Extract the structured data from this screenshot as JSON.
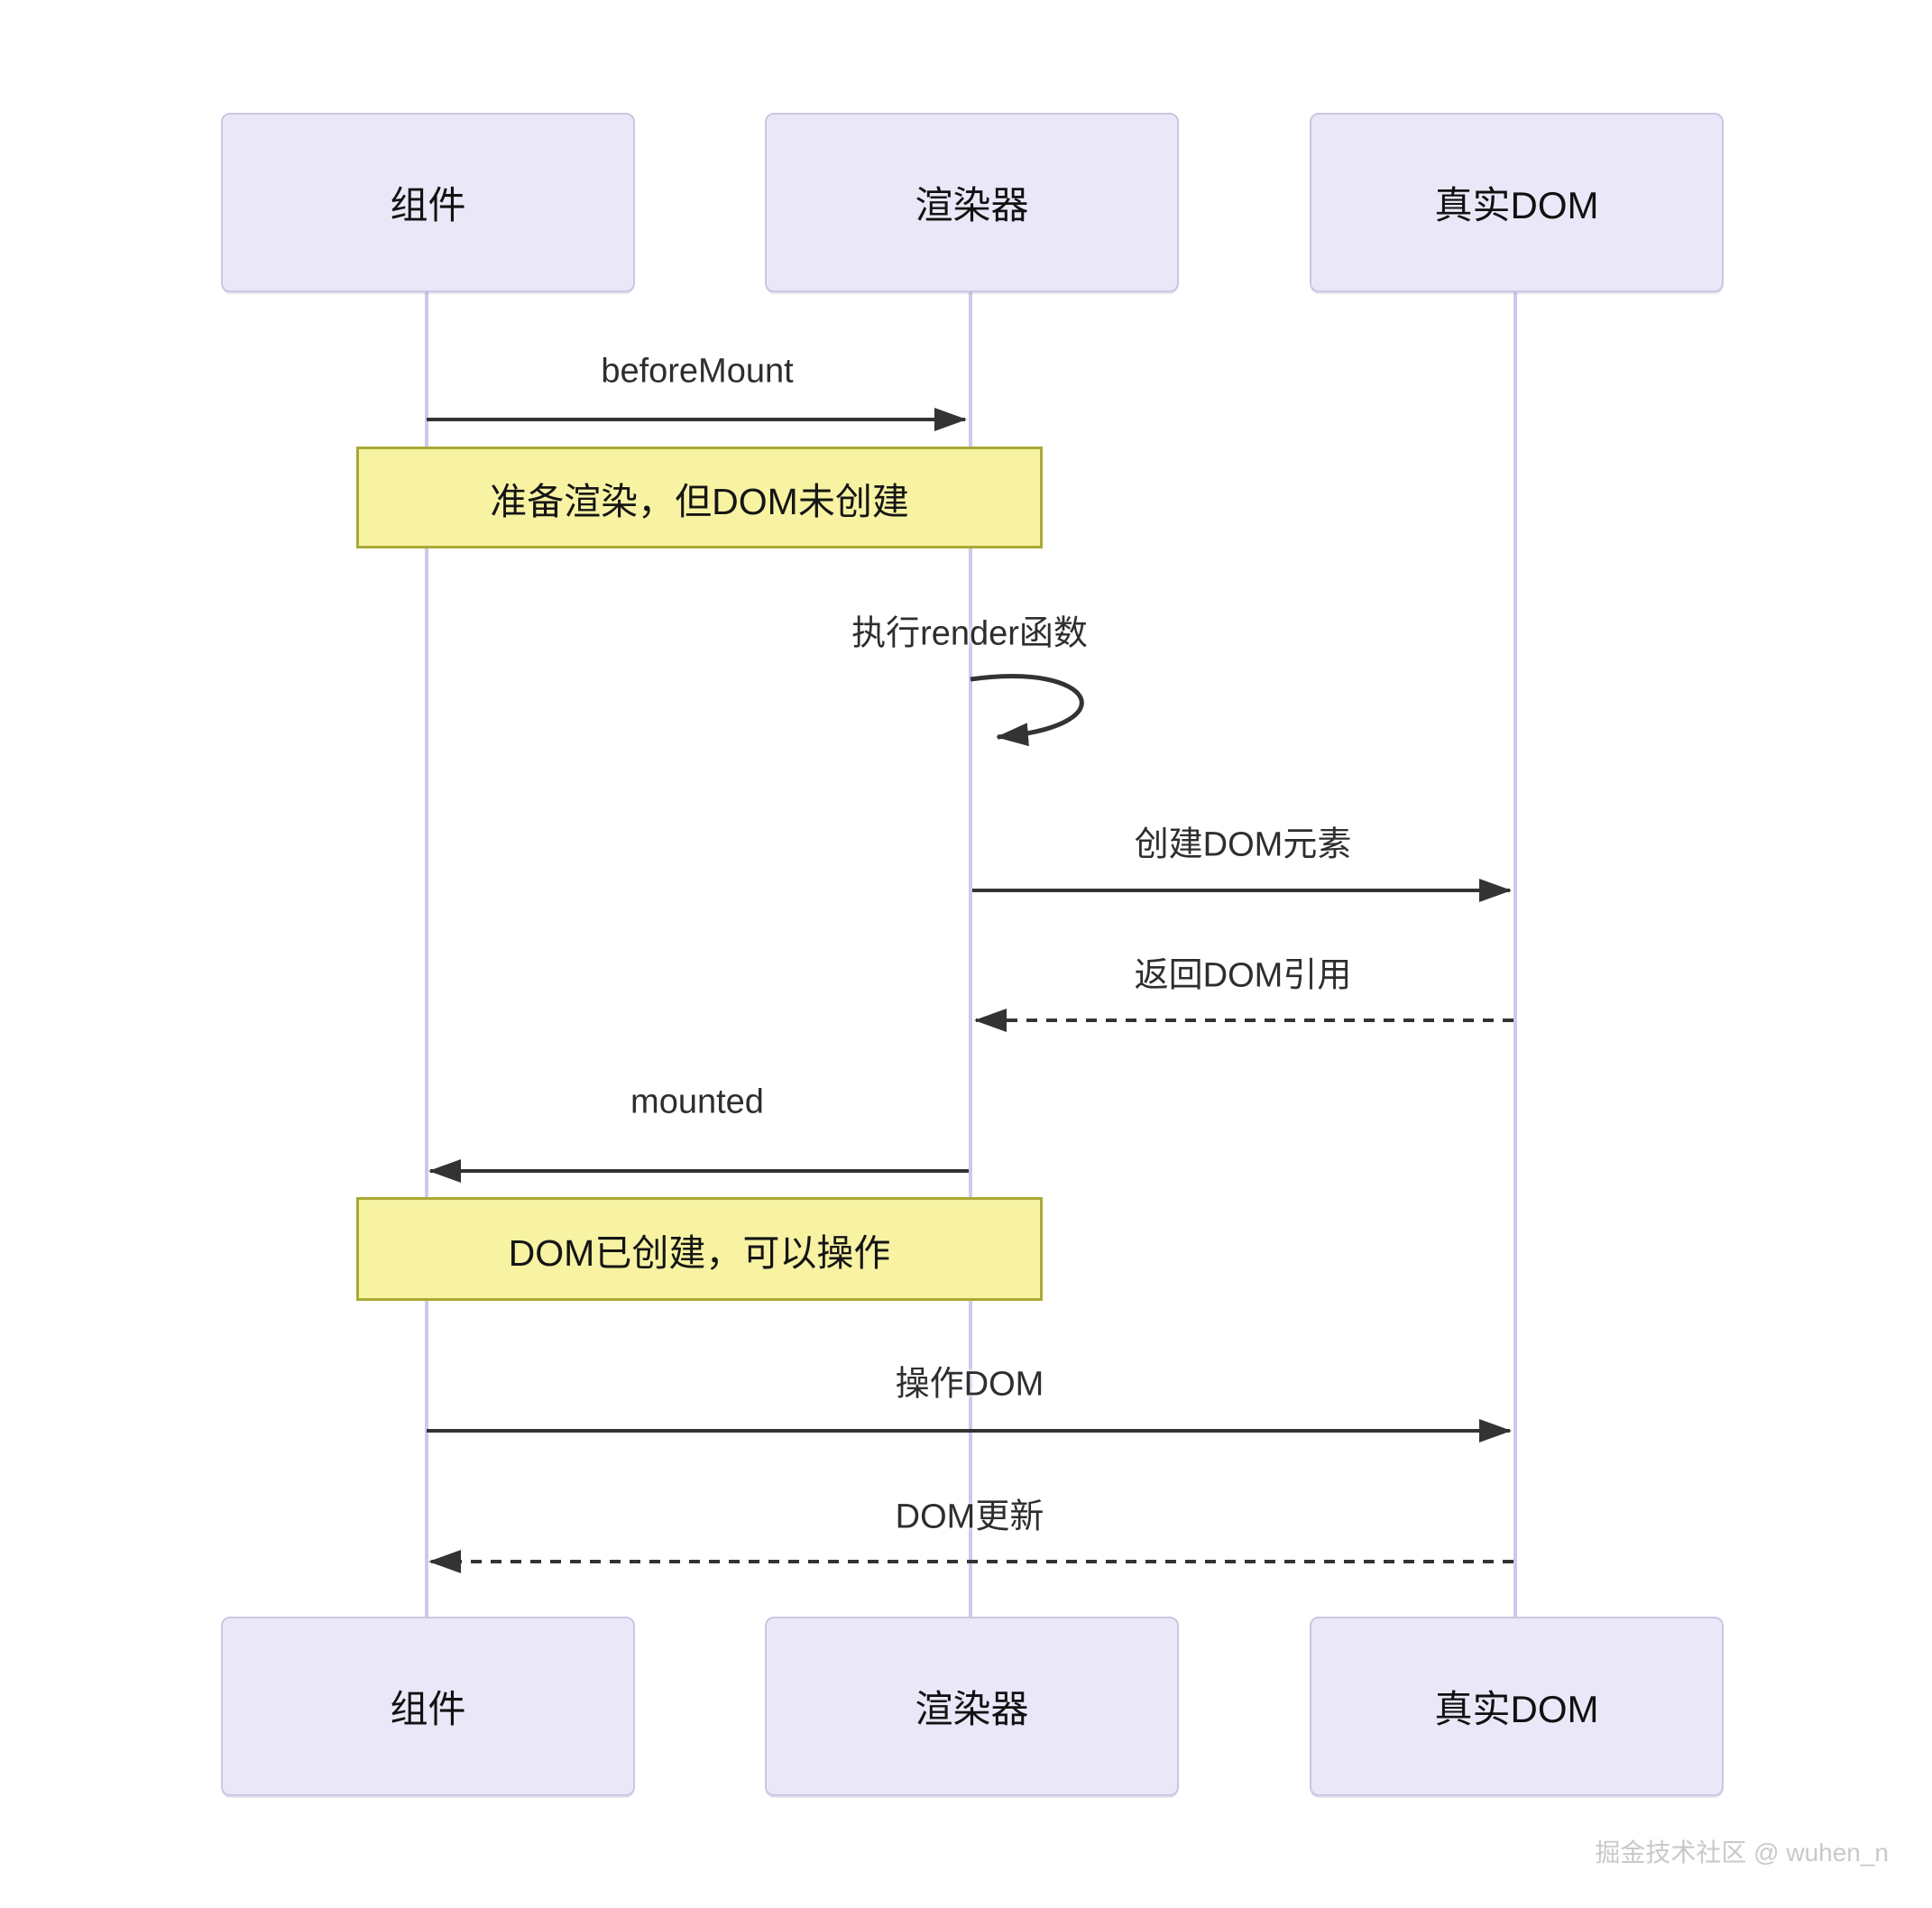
{
  "diagram": {
    "type": "sequence-diagram",
    "title_context": "Vue component mount lifecycle",
    "actors": [
      {
        "id": "component",
        "label": "组件"
      },
      {
        "id": "renderer",
        "label": "渲染器"
      },
      {
        "id": "real-dom",
        "label": "真实DOM"
      }
    ],
    "messages": [
      {
        "from": "组件",
        "to": "渲染器",
        "label": "beforeMount",
        "style": "solid"
      },
      {
        "type": "note",
        "over": "组件,渲染器",
        "label": "准备渲染，但DOM未创建"
      },
      {
        "from": "渲染器",
        "to": "渲染器",
        "label": "执行render函数",
        "style": "self-loop"
      },
      {
        "from": "渲染器",
        "to": "真实DOM",
        "label": "创建DOM元素",
        "style": "solid"
      },
      {
        "from": "真实DOM",
        "to": "渲染器",
        "label": "返回DOM引用",
        "style": "dashed"
      },
      {
        "from": "渲染器",
        "to": "组件",
        "label": "mounted",
        "style": "solid"
      },
      {
        "type": "note",
        "over": "组件,渲染器",
        "label": "DOM已创建，可以操作"
      },
      {
        "from": "组件",
        "to": "真实DOM",
        "label": "操作DOM",
        "style": "solid"
      },
      {
        "from": "真实DOM",
        "to": "组件",
        "label": "DOM更新",
        "style": "dashed"
      }
    ],
    "watermark": "掘金技术社区 @ wuhen_n",
    "colors": {
      "actor_fill": "#eae8f8",
      "actor_border": "#cbc6e3",
      "lifeline": "#cdc9ec",
      "note_fill": "#f7f3a3",
      "note_border": "#a9a935",
      "arrow": "#333333",
      "text": "#2e2e2e",
      "watermark_color": "#c9c9c9"
    }
  }
}
